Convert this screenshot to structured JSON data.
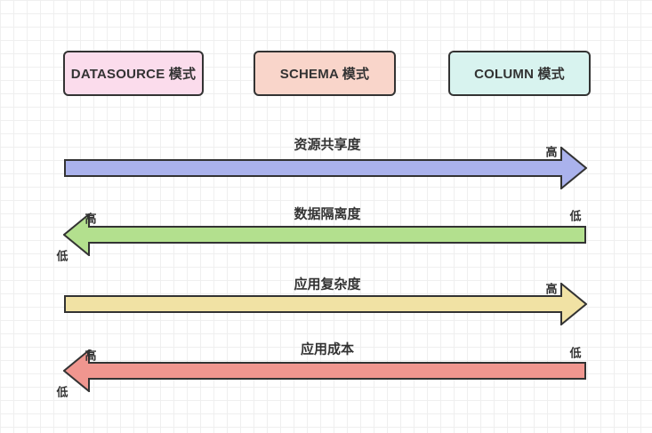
{
  "page": {
    "background": "#ffffff",
    "grid_color": "#efefef",
    "stroke_color": "#333333",
    "text_color": "#333333"
  },
  "mode_boxes": [
    {
      "label": "DATASOURCE 模式",
      "fill": "#fbdcec"
    },
    {
      "label": "SCHEMA 模式",
      "fill": "#f9d5ca"
    },
    {
      "label": "COLUMN 模式",
      "fill": "#d8f3ef"
    }
  ],
  "arrows": [
    {
      "label": "资源共享度",
      "direction": "right",
      "fill": "#aab2ec",
      "end_labels": {
        "right": "高"
      }
    },
    {
      "label": "数据隔离度",
      "direction": "left",
      "fill": "#b3e08e",
      "end_labels": {
        "left_top": "高",
        "left_bottom": "低",
        "right": "低"
      }
    },
    {
      "label": "应用复杂度",
      "direction": "right",
      "fill": "#f1e2a4",
      "end_labels": {
        "right": "高"
      }
    },
    {
      "label": "应用成本",
      "direction": "left",
      "fill": "#f0968f",
      "end_labels": {
        "left_top": "高",
        "left_bottom": "低",
        "right": "低"
      }
    }
  ]
}
